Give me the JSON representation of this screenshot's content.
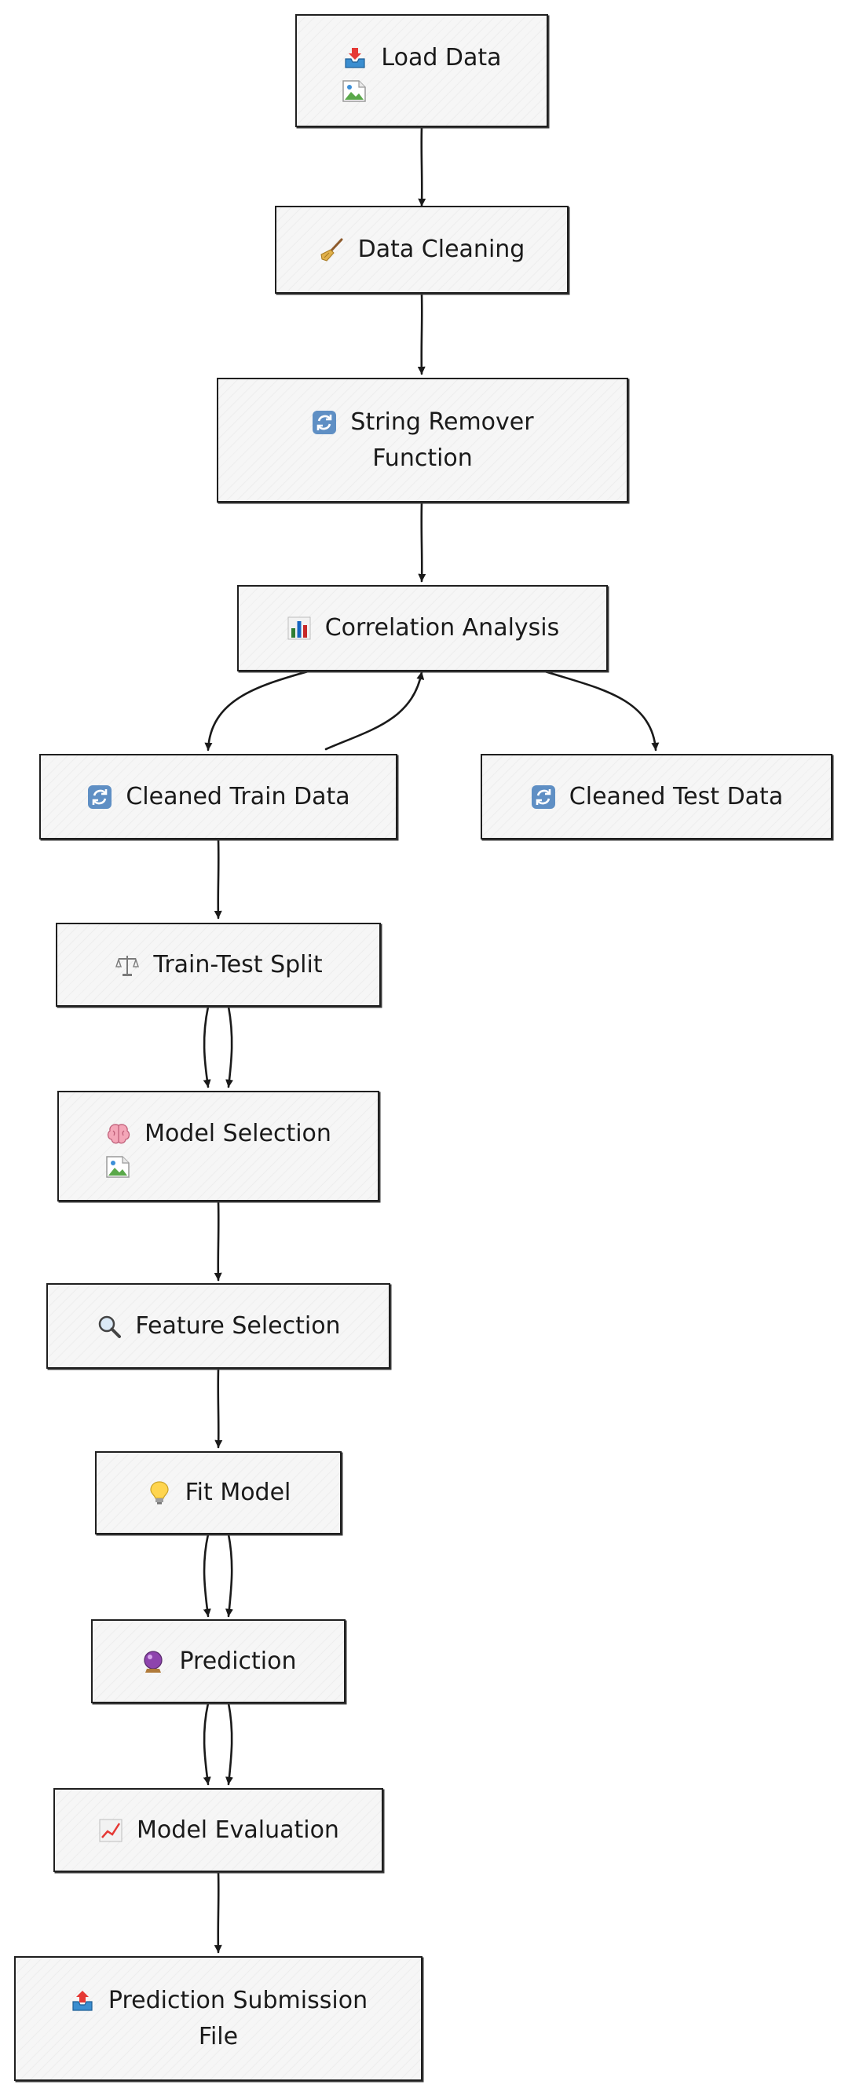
{
  "nodes": {
    "load_data": {
      "label": "Load Data",
      "icon": "inbox-tray-icon"
    },
    "data_cleaning": {
      "label": "Data Cleaning",
      "icon": "broom-icon"
    },
    "string_remover": {
      "line1": "String Remover",
      "line2": "Function",
      "icon": "arrows-cycle-icon"
    },
    "correlation": {
      "label": "Correlation Analysis",
      "icon": "bar-chart-icon"
    },
    "cleaned_train": {
      "label": "Cleaned Train Data",
      "icon": "arrows-cycle-icon"
    },
    "cleaned_test": {
      "label": "Cleaned Test Data",
      "icon": "arrows-cycle-icon"
    },
    "train_test_split": {
      "label": "Train-Test Split",
      "icon": "scales-icon"
    },
    "model_selection": {
      "label": "Model Selection",
      "icon": "brain-icon"
    },
    "feature_selection": {
      "label": "Feature Selection",
      "icon": "magnifier-icon"
    },
    "fit_model": {
      "label": "Fit Model",
      "icon": "light-bulb-icon"
    },
    "prediction": {
      "label": "Prediction",
      "icon": "crystal-ball-icon"
    },
    "model_evaluation": {
      "label": "Model Evaluation",
      "icon": "chart-increasing-icon"
    },
    "submission": {
      "line1": "Prediction Submission",
      "line2": "File",
      "icon": "outbox-tray-icon"
    }
  },
  "edges": [
    {
      "from": "Load Data",
      "to": "Data Cleaning"
    },
    {
      "from": "Data Cleaning",
      "to": "String Remover Function"
    },
    {
      "from": "String Remover Function",
      "to": "Correlation Analysis"
    },
    {
      "from": "Correlation Analysis",
      "to": "Cleaned Train Data"
    },
    {
      "from": "Cleaned Train Data",
      "to": "Correlation Analysis"
    },
    {
      "from": "Correlation Analysis",
      "to": "Cleaned Test Data"
    },
    {
      "from": "Cleaned Train Data",
      "to": "Train-Test Split"
    },
    {
      "from": "Train-Test Split",
      "to": "Model Selection"
    },
    {
      "from": "Train-Test Split",
      "to": "Model Selection"
    },
    {
      "from": "Model Selection",
      "to": "Feature Selection"
    },
    {
      "from": "Feature Selection",
      "to": "Fit Model"
    },
    {
      "from": "Fit Model",
      "to": "Prediction"
    },
    {
      "from": "Fit Model",
      "to": "Prediction"
    },
    {
      "from": "Prediction",
      "to": "Model Evaluation"
    },
    {
      "from": "Prediction",
      "to": "Model Evaluation"
    },
    {
      "from": "Model Evaluation",
      "to": "Prediction Submission File"
    }
  ]
}
